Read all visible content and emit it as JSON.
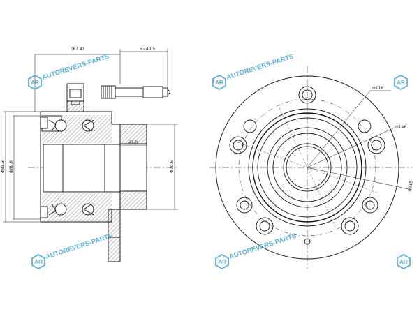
{
  "dimensions": {
    "width_total": "(67.4)",
    "stud_range": "5~40.5",
    "flange_thickness": "21.5",
    "outer_dia": "Φ81.3",
    "bearing_dia": "Φ80.8",
    "pilot_dia": "Φ70.6",
    "bolt_circle_1": "Φ116",
    "bolt_circle_2": "Φ146",
    "bolt_circle_3": "Φ115"
  },
  "watermark": {
    "text": "AUTOREVERS-PARTS",
    "logo_letters": "AR",
    "color": "#5aaedc"
  },
  "colors": {
    "line": "#111111",
    "hatch": "#333333"
  }
}
